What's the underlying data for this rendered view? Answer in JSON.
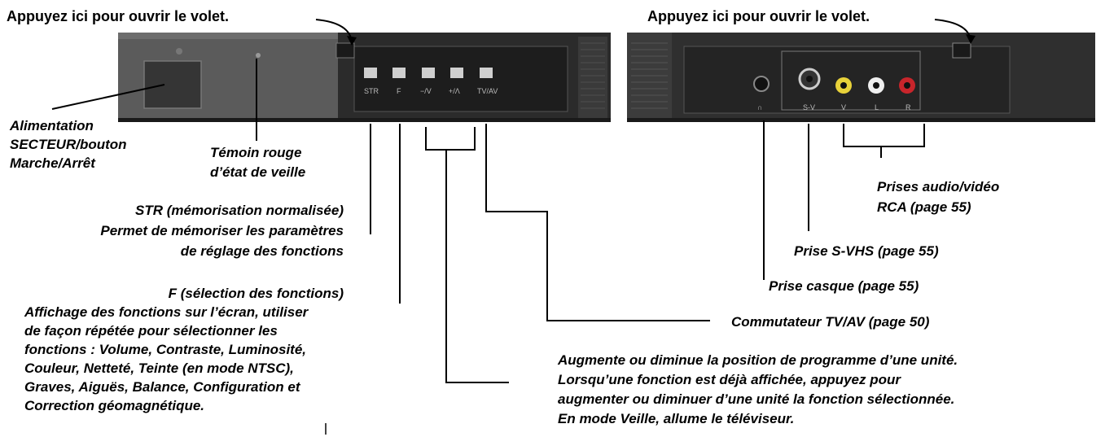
{
  "headers": {
    "left": "Appuyez ici pour ouvrir le volet.",
    "right": "Appuyez ici pour ouvrir le volet."
  },
  "panel_labels": {
    "btn_str": "STR",
    "btn_f": "F",
    "btn_minus": "−/V",
    "btn_plus": "+/Λ",
    "btn_tvav": "TV/AV",
    "jack_headphone": "∩",
    "jack_svhs": "S-V",
    "jack_v": "V",
    "jack_l": "L",
    "jack_r": "R"
  },
  "callouts": {
    "power": [
      "Alimentation",
      "SECTEUR/bouton",
      "Marche/Arrêt"
    ],
    "standby": [
      "Témoin rouge",
      "d’état de veille"
    ],
    "str": [
      "STR (mémorisation normalisée)",
      "Permet de mémoriser les paramètres",
      "de réglage des fonctions"
    ],
    "f": [
      "F (sélection des fonctions)",
      "Affichage des fonctions sur l’écran, utiliser",
      "de façon répétée pour sélectionner les",
      "fonctions : Volume, Contraste, Luminosité,",
      "Couleur, Netteté, Teinte (en mode NTSC),",
      "Graves, Aiguës, Balance, Configuration et",
      "Correction géomagnétique."
    ],
    "tvav": "Commutateur TV/AV (page 50)",
    "program": [
      "Augmente ou diminue la position de programme d’une unité.",
      "Lorsqu’une fonction est déjà affichée, appuyez pour",
      "augmenter ou diminuer d’une unité la fonction sélectionnée.",
      "En mode Veille, allume le téléviseur."
    ],
    "rca": [
      "Prises audio/vidéo",
      "RCA (page 55)"
    ],
    "svhs": "Prise S-VHS (page 55)",
    "headphone": "Prise casque (page 55)"
  },
  "colors": {
    "panel": "#3a3a3a",
    "panel_dark": "#232323",
    "jack_yellow": "#e8d23a",
    "jack_white": "#efefef",
    "jack_red": "#c8252b"
  }
}
